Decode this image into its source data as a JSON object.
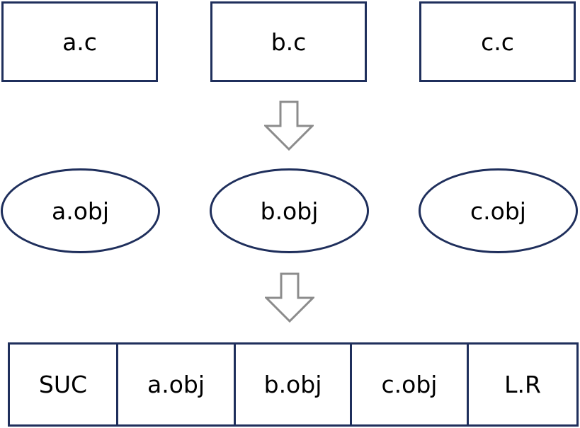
{
  "sources": [
    "a.c",
    "b.c",
    "c.c"
  ],
  "objects": [
    "a.obj",
    "b.obj",
    "c.obj"
  ],
  "linked": [
    "SUC",
    "a.obj",
    "b.obj",
    "c.obj",
    "L.R"
  ],
  "colors": {
    "border": "#1f2f5c",
    "arrow_stroke": "#8c8c8c",
    "arrow_fill": "#ffffff"
  },
  "icons": {
    "compile_arrow": "down-arrow-outline-icon",
    "link_arrow": "down-arrow-outline-icon"
  }
}
